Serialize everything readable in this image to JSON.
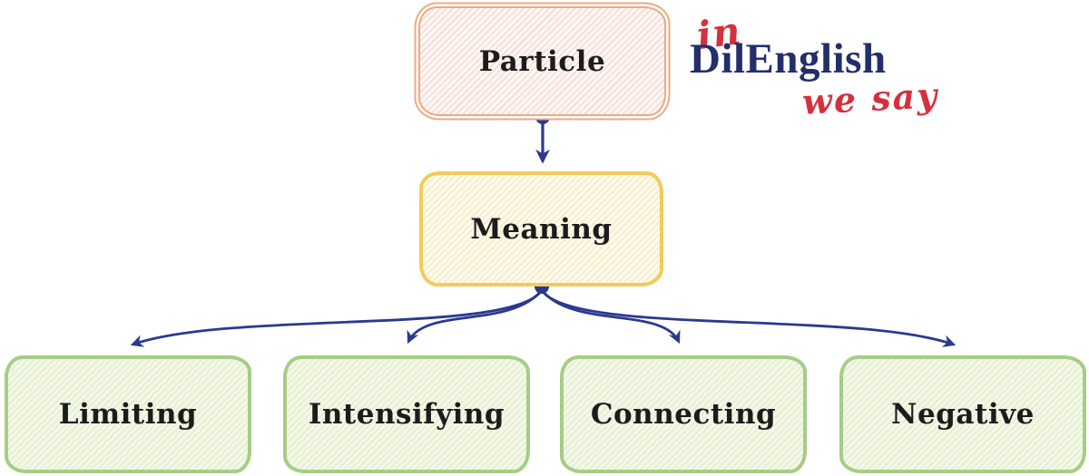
{
  "diagram": {
    "root": {
      "label": "Particle"
    },
    "child": {
      "label": "Meaning"
    },
    "leaves": [
      {
        "label": "Limiting"
      },
      {
        "label": "Intensifying"
      },
      {
        "label": "Connecting"
      },
      {
        "label": "Negative"
      }
    ]
  },
  "logo": {
    "prefix": "in",
    "brand": "DilEnglish",
    "suffix": "we say"
  },
  "colors": {
    "arrow": "#2b3990",
    "particle_border": "#edaa81",
    "meaning_border": "#f4ca5a",
    "leaf_border": "#a6cd85",
    "logo_navy": "#232e6b",
    "logo_red": "#d5303e",
    "text": "#1c1c1c"
  }
}
